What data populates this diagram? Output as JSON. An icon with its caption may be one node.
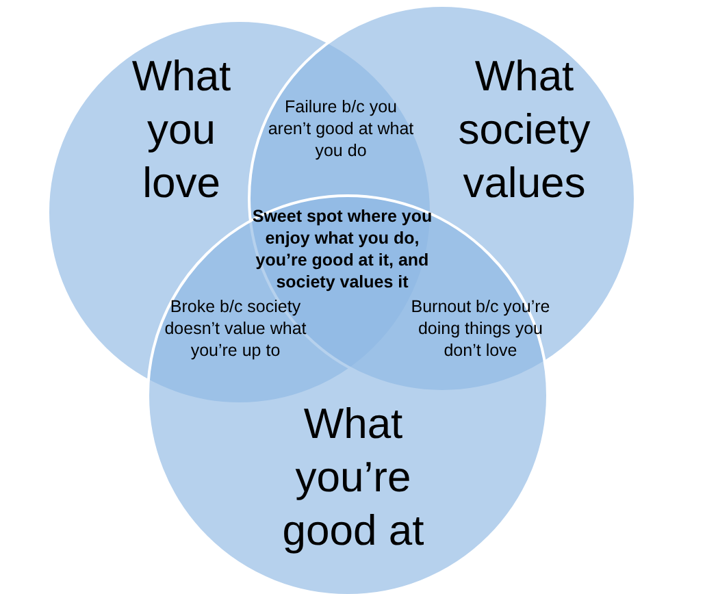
{
  "diagram": {
    "nodes": [
      {
        "text": [
          "What you love"
        ]
      },
      {
        "text": [
          "What society values"
        ]
      },
      {
        "text": [
          "What you’re good at"
        ]
      }
    ],
    "labels": [
      "Failure b/c you aren’t good at what you do",
      "Sweet spot where you enjoy what you do, you’re good at it, and society values it",
      "Broke b/c society doesn’t value what you’re up to",
      "Burnout b/c you’re doing things you don’t love"
    ]
  }
}
